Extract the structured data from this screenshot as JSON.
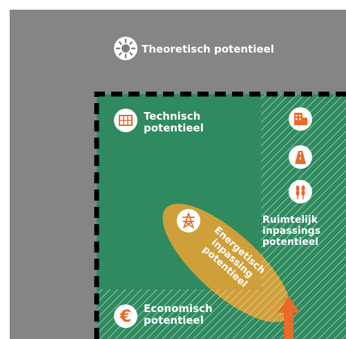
{
  "labels": {
    "theoretical": "Theoretisch potentieel",
    "technical_line1": "Technisch",
    "technical_line2": "potentieel",
    "spatial_line1": "Ruimtelijk",
    "spatial_line2": "inpassings",
    "spatial_line3": "potentieel",
    "energy_line1": "Energetisch",
    "energy_line2": "inpassing",
    "energy_line3": "potentieel",
    "economic_line1": "Economisch",
    "economic_line2": "potentieel",
    "euro_symbol": "€"
  },
  "icons": {
    "theoretical": "sun-icon",
    "technical": "solar-panel-icon",
    "buildings": "buildings-icon",
    "road": "road-icon",
    "crops": "crops-icon",
    "pylon": "power-pylon-icon",
    "euro": "euro-icon",
    "arrow": "up-arrow-icon"
  },
  "colors": {
    "background": "#858585",
    "technical_green": "#2f8a60",
    "energy_yellow": "#cf9f3a",
    "icon_orange": "#e96a2a",
    "hatch": "#8fc7a5"
  }
}
